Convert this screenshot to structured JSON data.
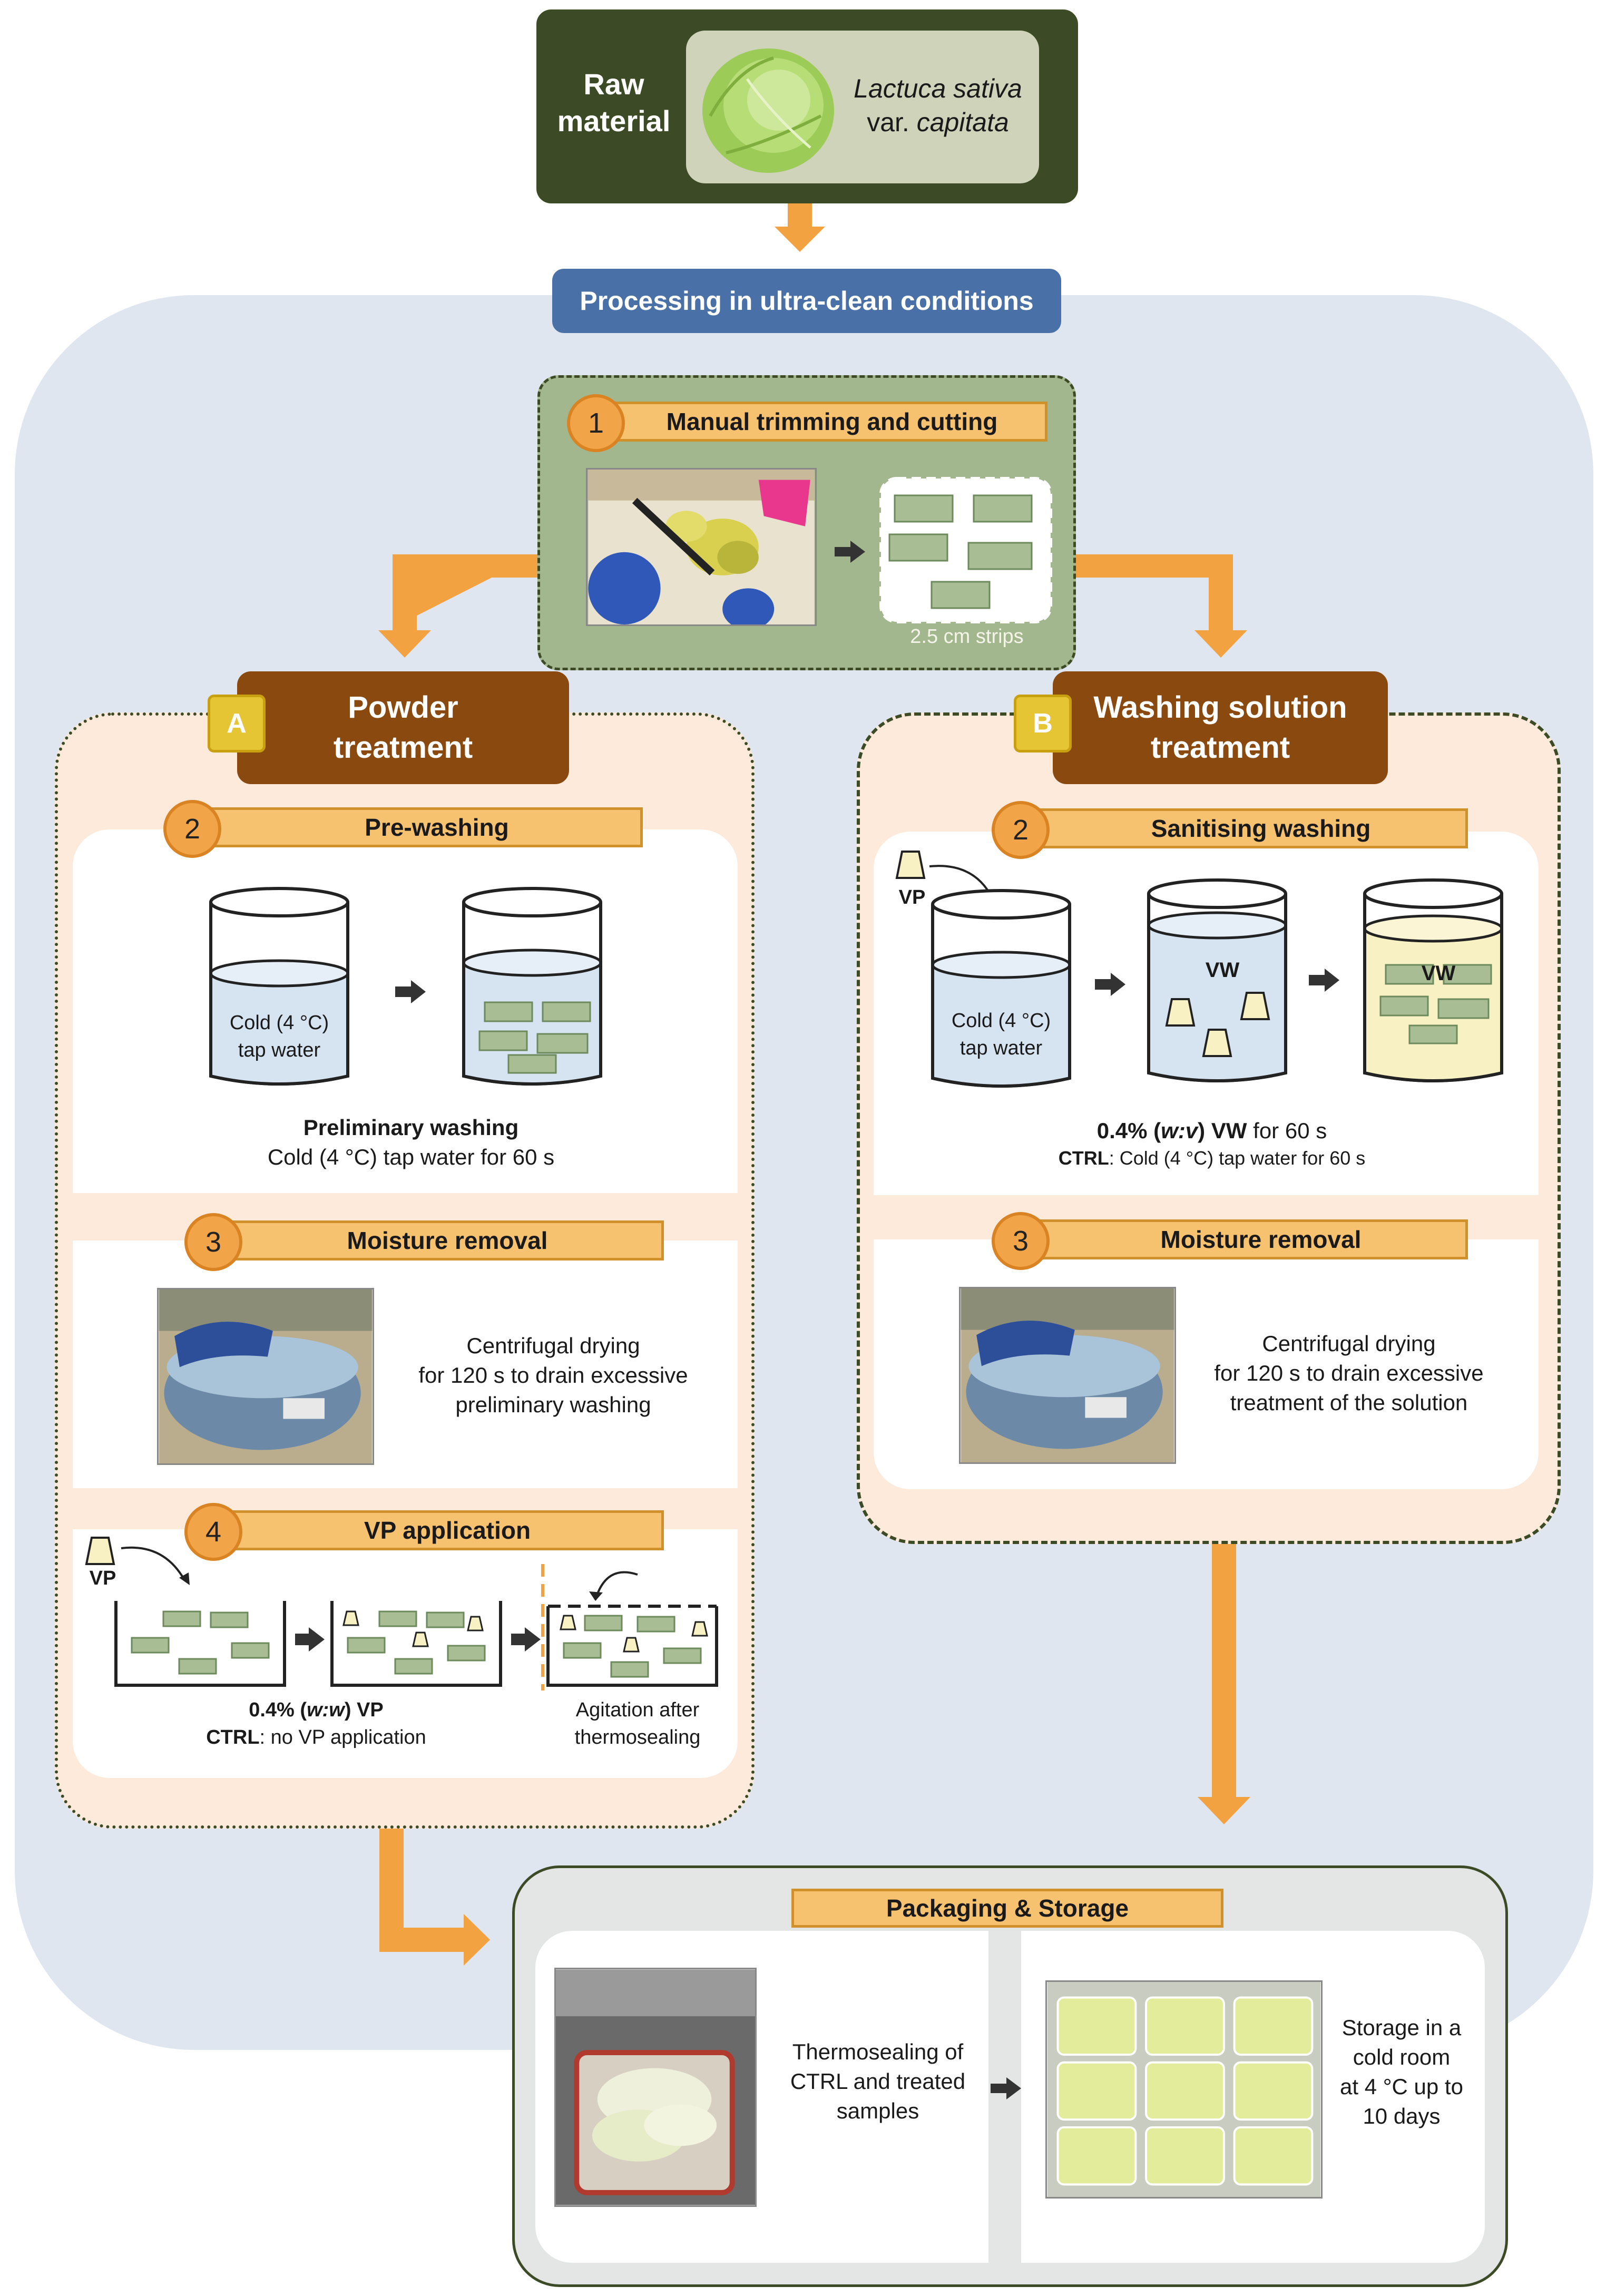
{
  "raw_material": {
    "label_line1": "Raw",
    "label_line2": "material",
    "species_genus": "Lactuca sativa",
    "species_var_prefix": "var.",
    "species_var": "capitata"
  },
  "processing_banner": "Processing in ultra-clean conditions",
  "step1": {
    "number": "1",
    "title": "Manual trimming and cutting",
    "strips_label": "2.5 cm strips"
  },
  "branch_a": {
    "letter": "A",
    "title_line1": "Powder",
    "title_line2": "treatment",
    "step2": {
      "number": "2",
      "title": "Pre-washing",
      "beaker_label_line1": "Cold (4 °C)",
      "beaker_label_line2": "tap water",
      "caption_bold": "Preliminary washing",
      "caption": "Cold (4 °C) tap water for 60 s"
    },
    "step3": {
      "number": "3",
      "title": "Moisture removal",
      "text_line1": "Centrifugal drying",
      "text_line2": "for 120 s to drain excessive",
      "text_line3": "preliminary washing"
    },
    "step4": {
      "number": "4",
      "title": "VP application",
      "vp_label": "VP",
      "caption_bold_prefix": "0.4% (",
      "caption_italic": "w:w",
      "caption_bold_suffix": ") VP",
      "ctrl_bold": "CTRL",
      "ctrl_text": ": no VP application",
      "agitation_line1": "Agitation after",
      "agitation_line2": "thermosealing"
    }
  },
  "branch_b": {
    "letter": "B",
    "title_line1": "Washing solution",
    "title_line2": "treatment",
    "step2": {
      "number": "2",
      "title": "Sanitising washing",
      "vp_label": "VP",
      "vw_label": "VW",
      "beaker_label_line1": "Cold (4 °C)",
      "beaker_label_line2": "tap water",
      "caption_bold_prefix": "0.4% (",
      "caption_italic": "w:v",
      "caption_bold_suffix": ") VW",
      "caption_suffix": " for 60 s",
      "ctrl_bold": "CTRL",
      "ctrl_text": ": Cold (4 °C) tap water for 60 s"
    },
    "step3": {
      "number": "3",
      "title": "Moisture removal",
      "text_line1": "Centrifugal drying",
      "text_line2": "for 120 s to drain excessive",
      "text_line3": "treatment of the solution"
    }
  },
  "packaging": {
    "title": "Packaging & Storage",
    "thermo_line1": "Thermosealing of",
    "thermo_line2": "CTRL and treated",
    "thermo_line3": "samples",
    "storage_line1": "Storage in a",
    "storage_line2": "cold room",
    "storage_line3": "at 4 °C up to",
    "storage_line4": "10 days"
  },
  "colors": {
    "dark_olive": "#3d4a26",
    "banner_blue": "#4a70a8",
    "arrow_orange": "#f2a240",
    "step_bar": "#f7c26f",
    "brown": "#8a4a0f",
    "peach": "#fdeada",
    "green_panel": "#a3b78f"
  }
}
